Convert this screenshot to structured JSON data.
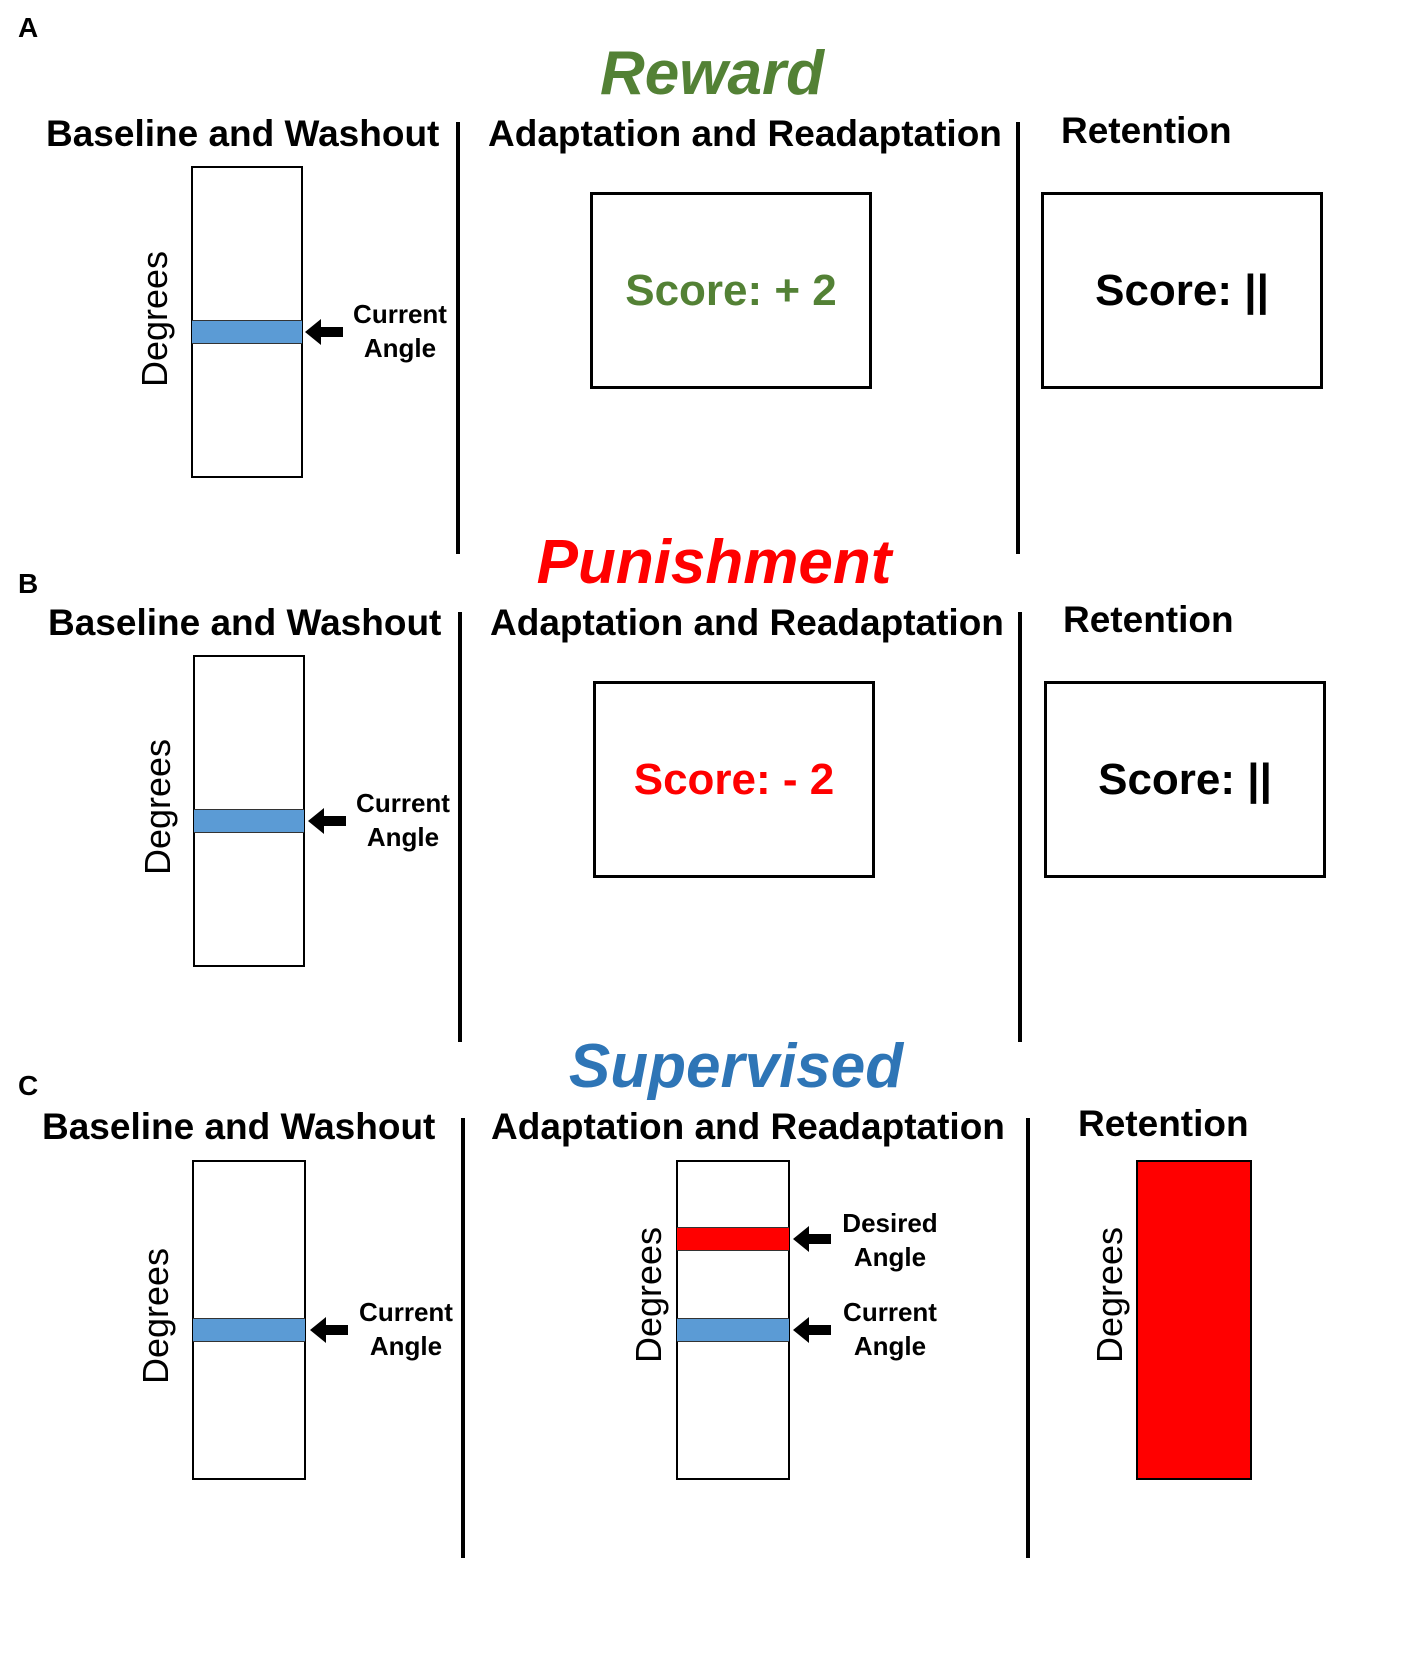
{
  "panels": {
    "a": {
      "letter": "A",
      "title": "Reward",
      "baseline": "Baseline and Washout",
      "adaptation": "Adaptation and Readaptation",
      "retention": "Retention",
      "degrees": "Degrees",
      "current_line1": "Current",
      "current_line2": "Angle",
      "adapt_score": "Score: + 2",
      "retention_score": "Score: ||"
    },
    "b": {
      "letter": "B",
      "title": "Punishment",
      "baseline": "Baseline and Washout",
      "adaptation": "Adaptation and Readaptation",
      "retention": "Retention",
      "degrees": "Degrees",
      "current_line1": "Current",
      "current_line2": "Angle",
      "adapt_score": "Score: - 2",
      "retention_score": "Score: ||"
    },
    "c": {
      "letter": "C",
      "title": "Supervised",
      "baseline": "Baseline and Washout",
      "adaptation": "Adaptation and Readaptation",
      "retention": "Retention",
      "degrees": "Degrees",
      "adapt_degrees": "Degrees",
      "retention_degrees": "Degrees",
      "current_line1": "Current",
      "current_line2": "Angle",
      "adapt_desired_line1": "Desired",
      "adapt_desired_line2": "Angle",
      "adapt_current_line1": "Current",
      "adapt_current_line2": "Angle"
    }
  },
  "colors": {
    "reward": "#538135",
    "punishment": "#ff0000",
    "supervised": "#2e75b6",
    "current_angle": "#5b9bd5",
    "desired_angle": "#ff0000"
  },
  "icons": {
    "arrow": "left-arrow-icon"
  }
}
